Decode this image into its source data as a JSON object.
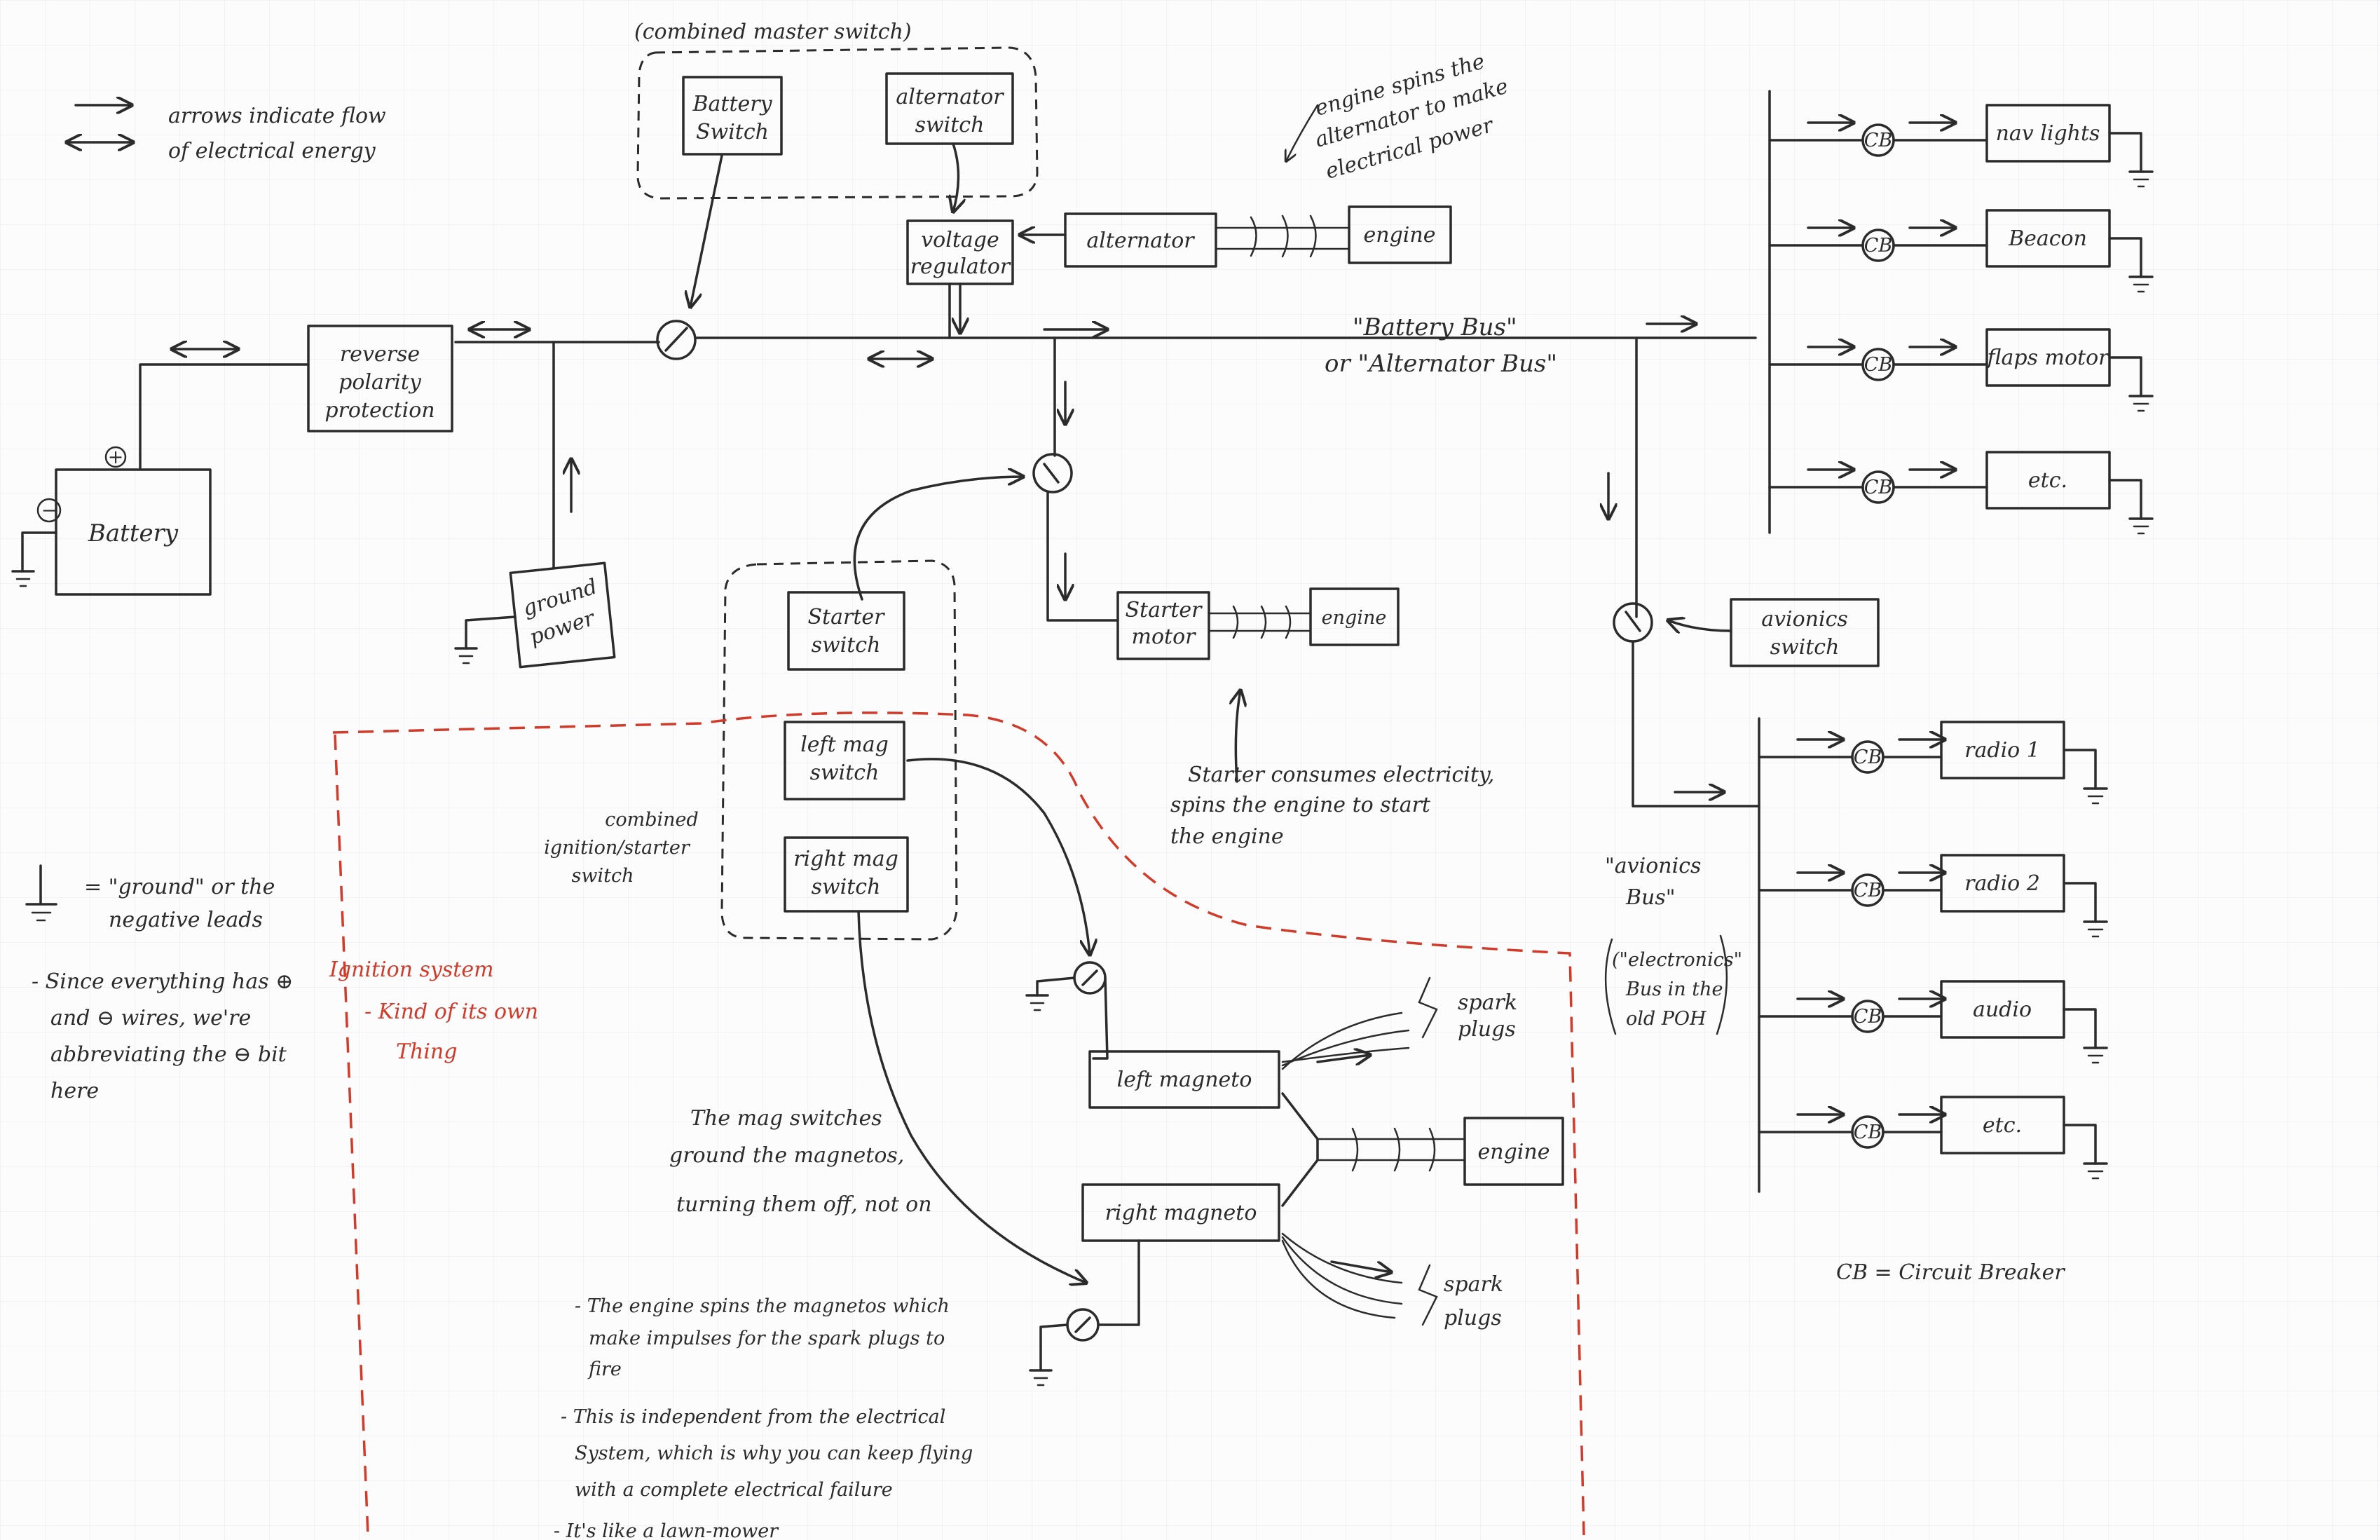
{
  "legend": {
    "arrows_line1": "arrows indicate flow",
    "arrows_line2": "of electrical energy",
    "ground_line1": "= \"ground\" or the",
    "ground_line2": "negative leads",
    "note_line1": "- Since everything has ⊕",
    "note_line2": "and ⊖ wires, we're",
    "note_line3": "abbreviating the ⊖ bit",
    "note_line4": "here",
    "cb_line": "CB = Circuit Breaker"
  },
  "master": {
    "title": "(combined master switch)",
    "battery_switch_1": "Battery",
    "battery_switch_2": "Switch",
    "alternator_switch_1": "alternator",
    "alternator_switch_2": "switch"
  },
  "alt_note": {
    "line1": "engine spins the",
    "line2": "alternator to make",
    "line3": "electrical power"
  },
  "components": {
    "voltage_regulator_1": "voltage",
    "voltage_regulator_2": "regulator",
    "alternator": "alternator",
    "engine": "engine",
    "reverse_1": "reverse",
    "reverse_2": "polarity",
    "reverse_3": "protection",
    "battery": "Battery",
    "plus": "+",
    "minus": "−",
    "ground_power_1": "ground",
    "ground_power_2": "power",
    "starter_switch_1": "Starter",
    "starter_switch_2": "switch",
    "starter_motor_1": "Starter",
    "starter_motor_2": "motor",
    "starter_engine": "engine",
    "left_mag_switch_1": "left mag",
    "left_mag_switch_2": "switch",
    "right_mag_switch_1": "right mag",
    "right_mag_switch_2": "switch",
    "combined_1": "combined",
    "combined_2": "ignition/starter",
    "combined_3": "switch",
    "left_magneto": "left magneto",
    "right_magneto": "right magneto",
    "ign_engine": "engine",
    "spark_plugs_top_1": "spark",
    "spark_plugs_top_2": "plugs",
    "spark_plugs_bot_1": "spark",
    "spark_plugs_bot_2": "plugs",
    "avionics_switch_1": "avionics",
    "avionics_switch_2": "switch"
  },
  "bus": {
    "battery_bus": "\"Battery Bus\"",
    "alternator_bus": "or \"Alternator Bus\"",
    "avionics_bus_1": "\"avionics",
    "avionics_bus_2": "Bus\"",
    "electronics_1": "(\"electronics\"",
    "electronics_2": "Bus in the",
    "electronics_3": "old POH"
  },
  "starter_note": {
    "line1": "Starter consumes electricity,",
    "line2": "spins the engine to start",
    "line3": "the engine"
  },
  "ignition": {
    "title": "Ignition system",
    "sub1": "- Kind of its own",
    "sub2": "Thing"
  },
  "mag_note": {
    "line1": "The mag switches",
    "line2": "ground the magnetos,",
    "line3": "turning them off, not on"
  },
  "engine_note": {
    "line1": "- The engine spins the magnetos which",
    "line2": "make impulses for the spark plugs to",
    "line3": "fire",
    "line4": "- This is independent from the electrical",
    "line5": "System, which is why you can keep flying",
    "line6": "with a complete electrical failure",
    "line7": "- It's like a lawn-mower"
  },
  "cb_label": "CB",
  "battery_bus_loads": [
    "nav lights",
    "Beacon",
    "flaps motor",
    "etc."
  ],
  "avionics_loads": [
    "radio 1",
    "radio 2",
    "audio",
    "etc."
  ],
  "colors": {
    "ink": "#2b2b2b",
    "red": "#d23a2a",
    "paper": "#fcfcfc"
  }
}
